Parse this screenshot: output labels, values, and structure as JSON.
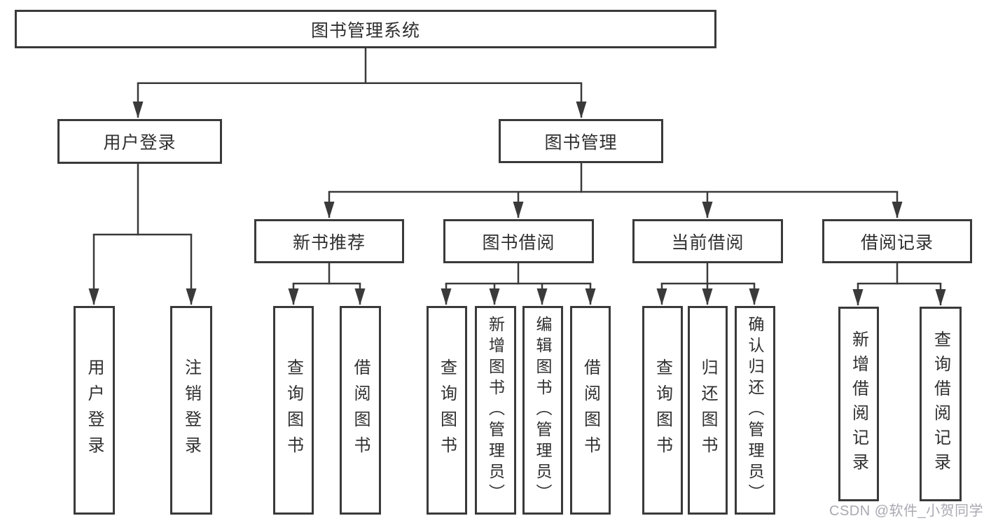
{
  "watermark": "CSDN @软件_小贺同学",
  "colors": {
    "line": "#3a3a3a",
    "box_border": "#3a3a3a",
    "text": "#2f2f2f",
    "watermark_text": "#a9a9b2",
    "background": "#ffffff"
  },
  "tree": {
    "label": "图书管理系统",
    "children": [
      {
        "label": "用户登录",
        "children": [
          {
            "label": "用户登录"
          },
          {
            "label": "注销登录"
          }
        ]
      },
      {
        "label": "图书管理",
        "children": [
          {
            "label": "新书推荐",
            "children": [
              {
                "label": "查询图书"
              },
              {
                "label": "借阅图书"
              }
            ]
          },
          {
            "label": "图书借阅",
            "children": [
              {
                "label": "查询图书"
              },
              {
                "label": "新增图书（管理员）"
              },
              {
                "label": "编辑图书（管理员）"
              },
              {
                "label": "借阅图书"
              }
            ]
          },
          {
            "label": "当前借阅",
            "children": [
              {
                "label": "查询图书"
              },
              {
                "label": "归还图书"
              },
              {
                "label": "确认归还（管理员）"
              }
            ]
          },
          {
            "label": "借阅记录",
            "children": [
              {
                "label": "新增借阅记录"
              },
              {
                "label": "查询借阅记录"
              }
            ]
          }
        ]
      }
    ]
  }
}
